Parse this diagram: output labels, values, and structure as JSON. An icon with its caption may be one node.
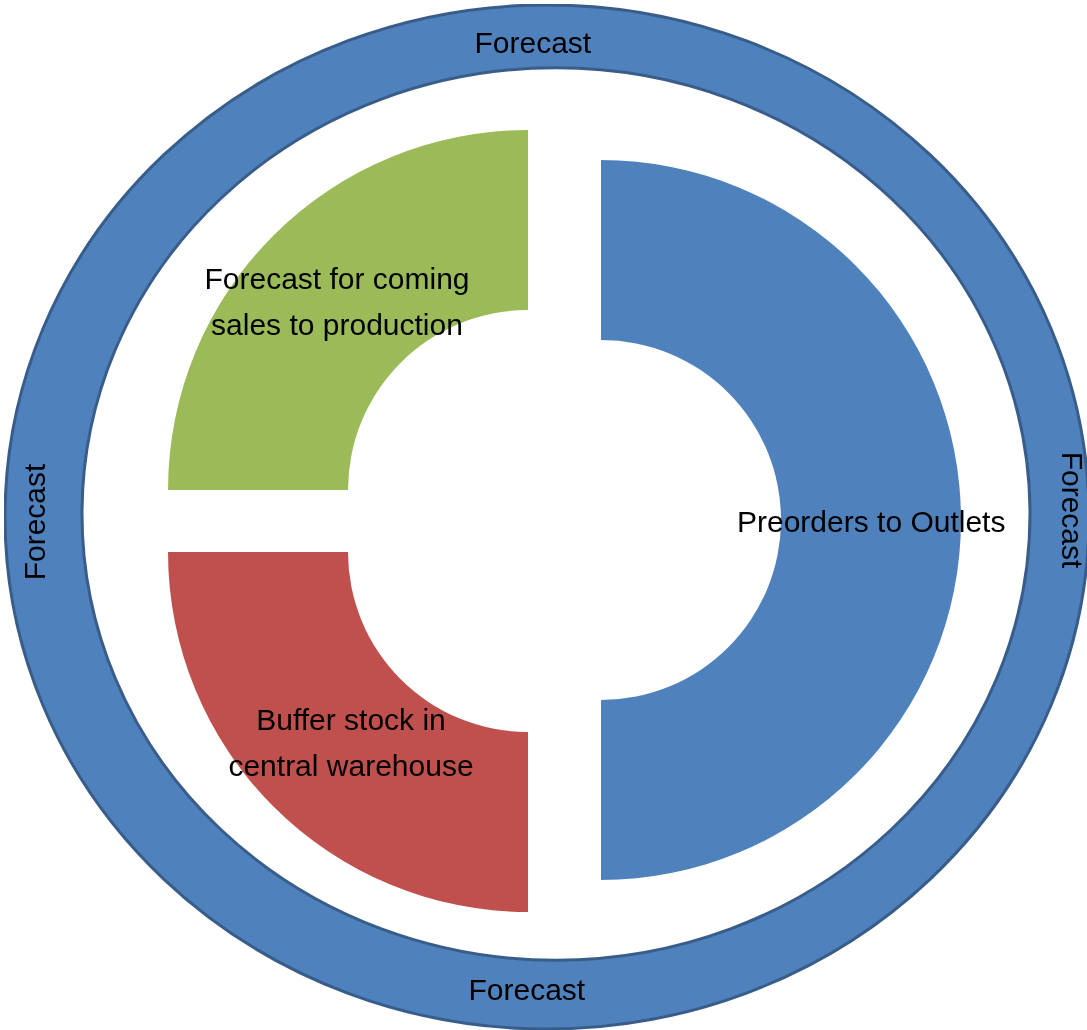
{
  "diagram": {
    "nodes": [
      {
        "text": [
          "Forecast",
          "Forecast",
          "Forecast",
          "Forecast"
        ]
      },
      {
        "text": [
          "Forecast for coming sales to production"
        ],
        "in": 0
      },
      {
        "text": [
          "Buffer stock in central warehouse"
        ],
        "in": 0
      },
      {
        "text": [
          "Preorders to Outlets"
        ],
        "in": 0
      }
    ],
    "edges": []
  }
}
